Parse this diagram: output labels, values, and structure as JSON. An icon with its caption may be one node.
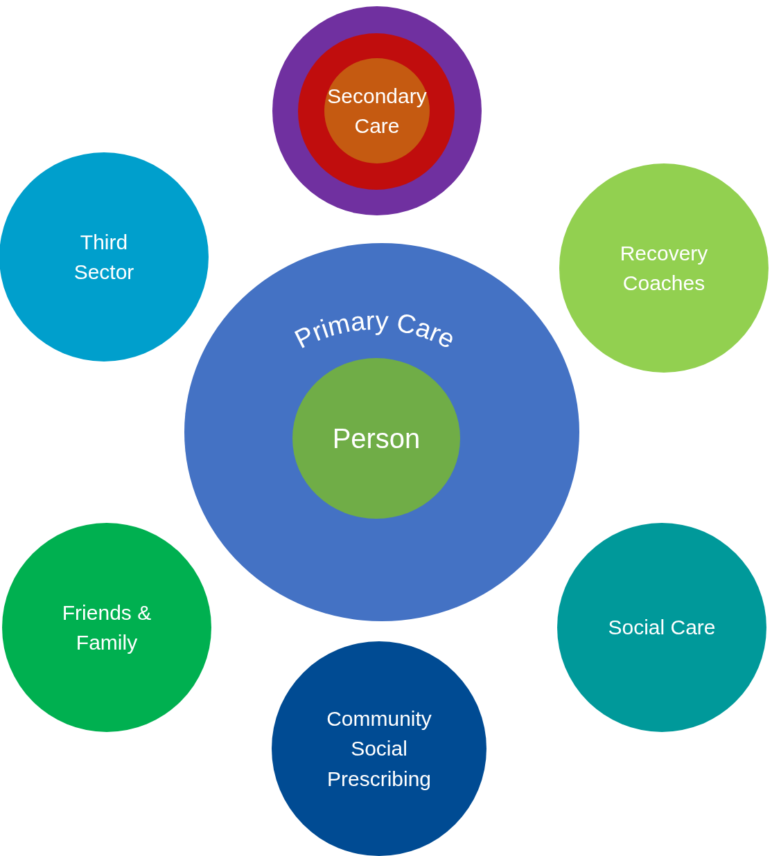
{
  "diagram": {
    "nodes": [
      {
        "text": [],
        "shape": "circle"
      },
      {
        "text": [],
        "shape": "circle",
        "in": 0
      },
      {
        "text": [
          "Secondary Care"
        ],
        "in": 1
      },
      {
        "text": [
          "Third Sector"
        ]
      },
      {
        "text": [
          "Recovery Coaches"
        ]
      },
      {
        "text": [
          "Primary Care"
        ]
      },
      {
        "text": [
          "Person"
        ],
        "in": 5
      },
      {
        "text": [
          "Friends & Family"
        ]
      },
      {
        "text": [
          "Social Care"
        ]
      },
      {
        "text": [
          "Community Social Prescribing"
        ]
      }
    ]
  }
}
